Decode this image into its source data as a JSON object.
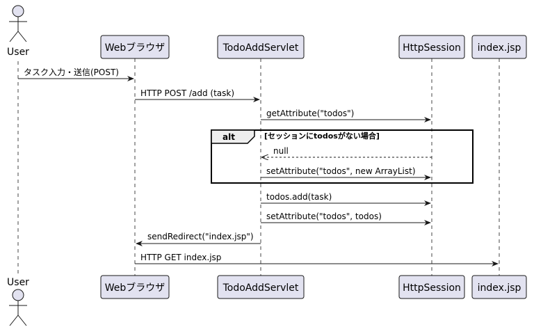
{
  "participants": [
    {
      "id": "user",
      "label": "User",
      "kind": "actor"
    },
    {
      "id": "browser",
      "label": "Webブラウザ",
      "kind": "participant"
    },
    {
      "id": "servlet",
      "label": "TodoAddServlet",
      "kind": "participant"
    },
    {
      "id": "session",
      "label": "HttpSession",
      "kind": "participant"
    },
    {
      "id": "index",
      "label": "index.jsp",
      "kind": "participant"
    }
  ],
  "messages": [
    {
      "from": "user",
      "to": "browser",
      "label": "タスク入力・送信(POST)",
      "style": "solid"
    },
    {
      "from": "browser",
      "to": "servlet",
      "label": "HTTP POST /add (task)",
      "style": "solid"
    },
    {
      "from": "servlet",
      "to": "session",
      "label": "getAttribute(\"todos\")",
      "style": "solid"
    },
    {
      "from": "session",
      "to": "servlet",
      "label": "null",
      "style": "dashed"
    },
    {
      "from": "servlet",
      "to": "session",
      "label": "setAttribute(\"todos\", new ArrayList)",
      "style": "solid"
    },
    {
      "from": "servlet",
      "to": "session",
      "label": "todos.add(task)",
      "style": "solid"
    },
    {
      "from": "servlet",
      "to": "session",
      "label": "setAttribute(\"todos\", todos)",
      "style": "solid"
    },
    {
      "from": "servlet",
      "to": "browser",
      "label": "sendRedirect(\"index.jsp\")",
      "style": "solid"
    },
    {
      "from": "browser",
      "to": "index",
      "label": "HTTP GET index.jsp",
      "style": "solid"
    }
  ],
  "alt_fragment": {
    "keyword": "alt",
    "condition": "[セッションにtodosがない場合]"
  },
  "colors": {
    "participant_fill": "#e2e2f0",
    "participant_border": "#181818",
    "lifeline": "#181818"
  }
}
